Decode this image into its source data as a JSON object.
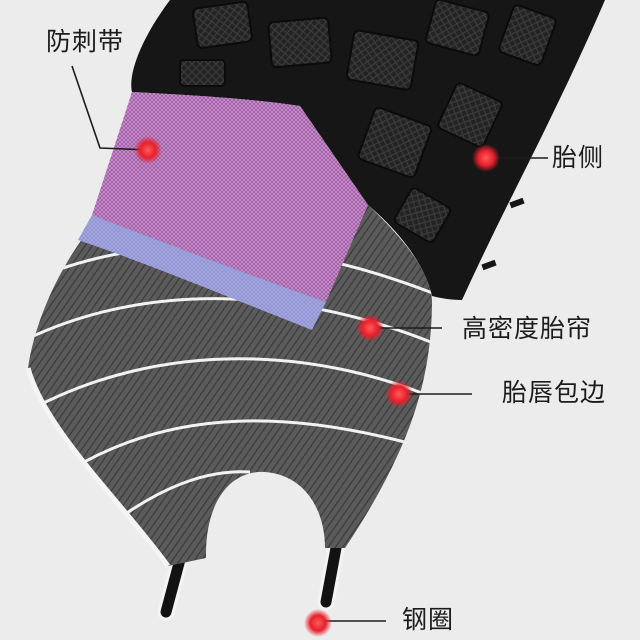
{
  "labels": {
    "puncture_layer": "防刺带",
    "sidewall": "胎侧",
    "casing": "高密度胎帘",
    "bead_wrap": "胎唇包边",
    "rim": "钢圈"
  },
  "colors": {
    "background": "#ececec",
    "marker": "#e8202c",
    "text": "#1c1c1c",
    "tread": "#161616",
    "puncture_layer": "#a15ca9",
    "puncture_band": "#8c8fd2",
    "casing": "#575757"
  }
}
